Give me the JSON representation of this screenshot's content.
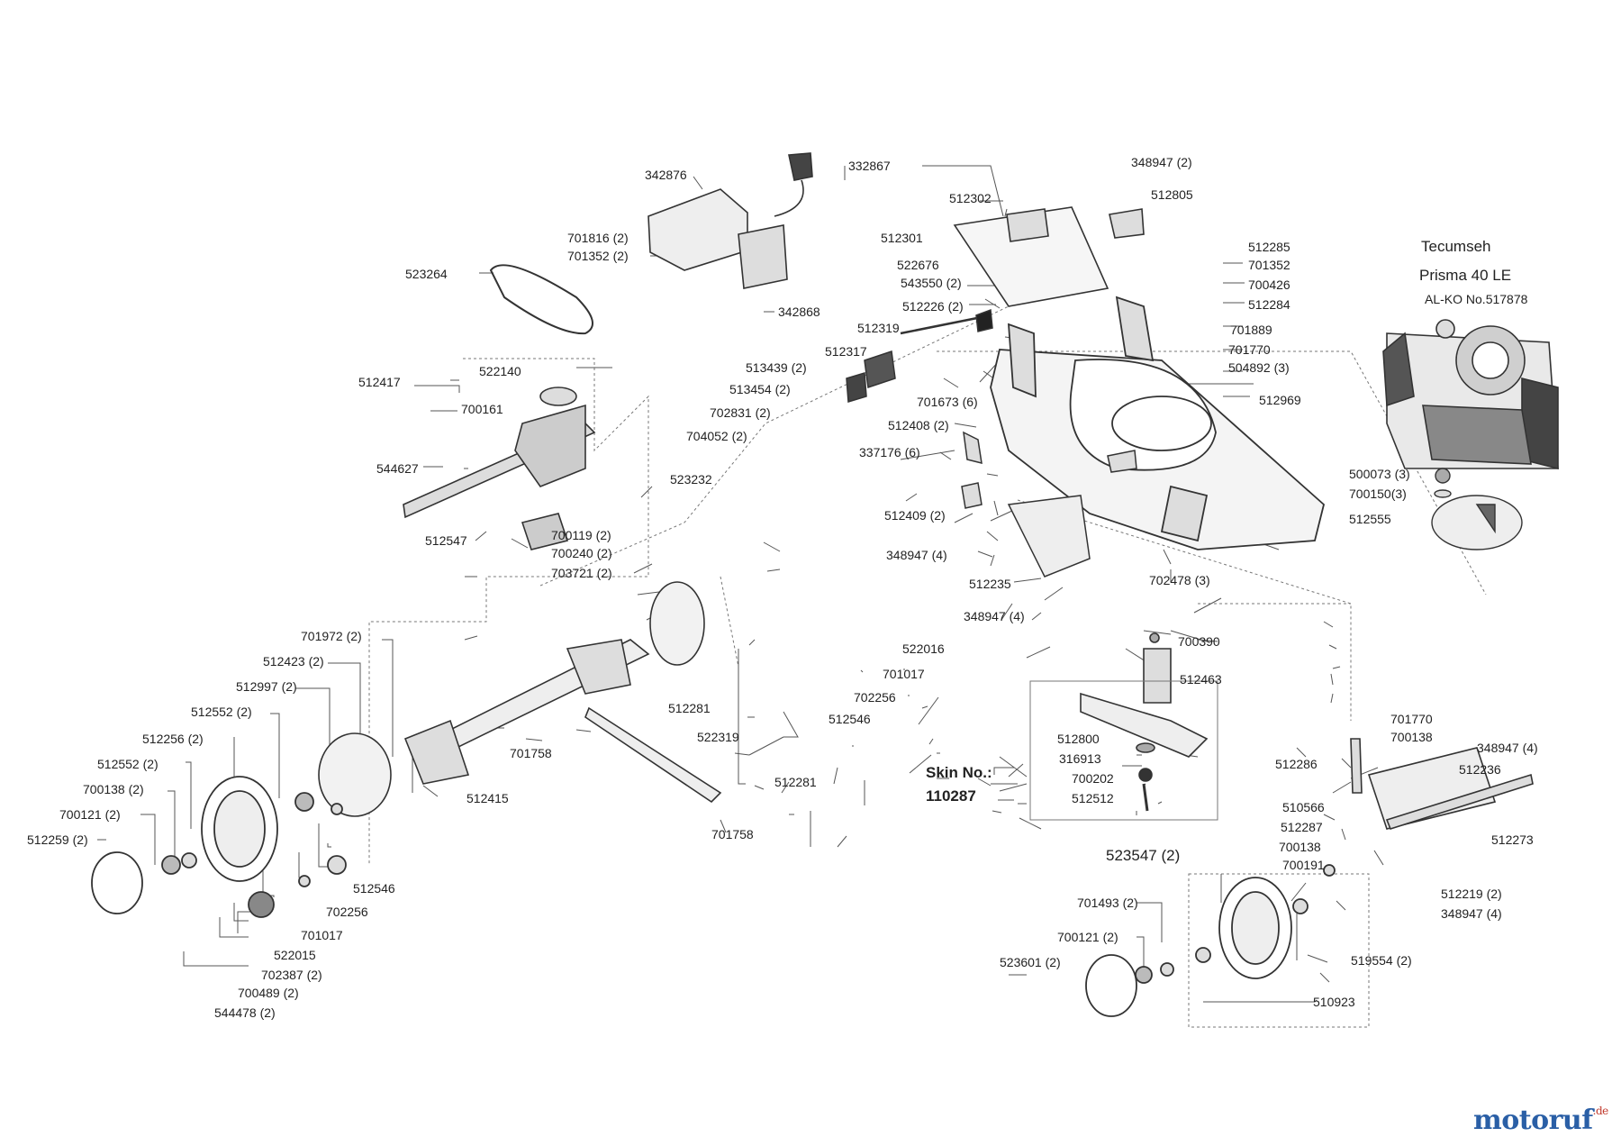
{
  "engine": {
    "brand": "Tecumseh",
    "model": "Prisma 40 LE",
    "alko_no": "AL-KO No.517878"
  },
  "skin": {
    "label": "Skin No.:",
    "number": "110287"
  },
  "kit_label": "523547 (2)",
  "watermark": {
    "text": "motoruf",
    "suffix": ".de",
    "colors": {
      "m": "#2a5fa6",
      "o": "#e74c3c",
      "rest": "#2a5fa6"
    }
  },
  "part_labels": [
    "342876",
    "332867",
    "701816 (2)",
    "701352 (2)",
    "523264",
    "342868",
    "512302",
    "348947 (2)",
    "512805",
    "512301",
    "522676",
    "543550 (2)",
    "512226 (2)",
    "512319",
    "512317",
    "513439 (2)",
    "513454 (2)",
    "702831 (2)",
    "704052 (2)",
    "701673 (6)",
    "512408 (2)",
    "337176 (6)",
    "512409 (2)",
    "348947 (4)",
    "512235",
    "348947 (4)",
    "702478 (3)",
    "700390",
    "512463",
    "512800",
    "316913",
    "700202",
    "512512",
    "512285",
    "701352",
    "700426",
    "512284",
    "701889",
    "701770",
    "504892 (3)",
    "512969",
    "500073 (3)",
    "700150(3)",
    "512555",
    "512417",
    "522140",
    "700161",
    "544627",
    "523232",
    "512547",
    "700119 (2)",
    "700240 (2)",
    "703721 (2)",
    "701972 (2)",
    "512423 (2)",
    "512997 (2)",
    "512552 (2)",
    "512256 (2)",
    "512552 (2)",
    "700138 (2)",
    "700121 (2)",
    "512259 (2)",
    "522016",
    "701017",
    "702256",
    "512546",
    "512281",
    "522319",
    "701758",
    "512415",
    "512281",
    "701758",
    "512546",
    "702256",
    "701017",
    "522015",
    "702387 (2)",
    "700489 (2)",
    "544478 (2)",
    "701770",
    "700138",
    "348947 (4)",
    "512286",
    "512236",
    "510566",
    "512287",
    "512273",
    "700138",
    "700191",
    "512219 (2)",
    "348947 (4)",
    "701493 (2)",
    "700121 (2)",
    "523601  (2)",
    "519554 (2)",
    "510923"
  ]
}
